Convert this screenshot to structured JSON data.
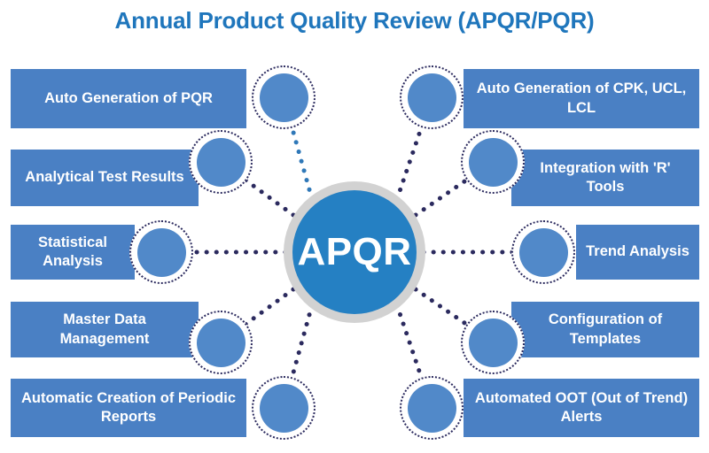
{
  "title": "Annual Product Quality Review (APQR/PQR)",
  "hub": {
    "label": "APQR"
  },
  "colors": {
    "title": "#1f76bc",
    "bar": "#4a80c4",
    "node_disc": "#5189c9",
    "node_ring": "#2b2a5e",
    "hub_ring": "#d2d2d2",
    "hub_core": "#2580c3",
    "connector": "#2b2a5e",
    "connector_alt": "#2f78b8",
    "background": "#ffffff",
    "bar_text": "#ffffff"
  },
  "left_items": [
    {
      "label": "Auto Generation of PQR"
    },
    {
      "label": "Analytical Test Results"
    },
    {
      "label": "Statistical Analysis"
    },
    {
      "label": "Master Data Management"
    },
    {
      "label": "Automatic Creation of Periodic Reports"
    }
  ],
  "right_items": [
    {
      "label": "Auto Generation of CPK, UCL, LCL"
    },
    {
      "label": "Integration with 'R' Tools"
    },
    {
      "label": "Trend Analysis"
    },
    {
      "label": "Configuration of Templates"
    },
    {
      "label": "Automated OOT (Out of Trend) Alerts"
    }
  ],
  "chart_data": {
    "type": "diagram",
    "diagram_kind": "hub-and-spoke",
    "title": "Annual Product Quality Review (APQR/PQR)",
    "center": "APQR",
    "spokes": [
      "Auto Generation of PQR",
      "Analytical Test Results",
      "Statistical Analysis",
      "Master Data Management",
      "Automatic Creation of Periodic Reports",
      "Auto Generation of CPK, UCL, LCL",
      "Integration with 'R' Tools",
      "Trend Analysis",
      "Configuration of Templates",
      "Automated OOT (Out of Trend) Alerts"
    ],
    "spoke_count": 10,
    "connector_style": "dotted"
  }
}
